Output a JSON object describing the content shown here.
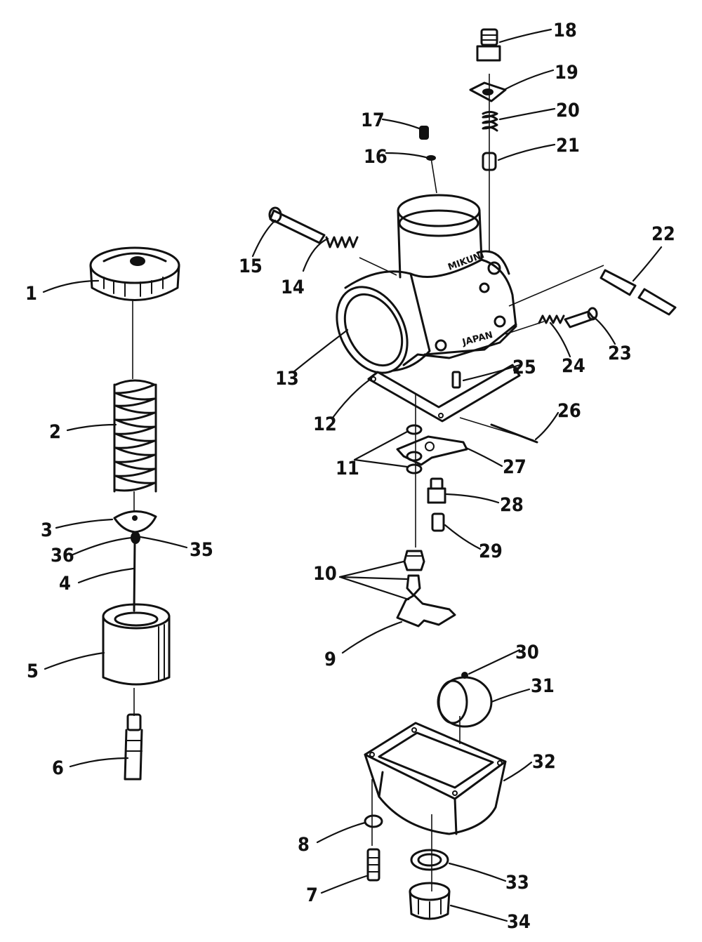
{
  "diagram": {
    "type": "exploded-parts-view",
    "body_markings": [
      "MIKUNI",
      "JAPAN"
    ],
    "callouts": [
      "1",
      "2",
      "3",
      "4",
      "5",
      "6",
      "7",
      "8",
      "9",
      "10",
      "11",
      "12",
      "13",
      "14",
      "15",
      "16",
      "17",
      "18",
      "19",
      "20",
      "21",
      "22",
      "23",
      "24",
      "25",
      "26",
      "27",
      "28",
      "29",
      "30",
      "31",
      "32",
      "33",
      "34",
      "35",
      "36"
    ]
  }
}
